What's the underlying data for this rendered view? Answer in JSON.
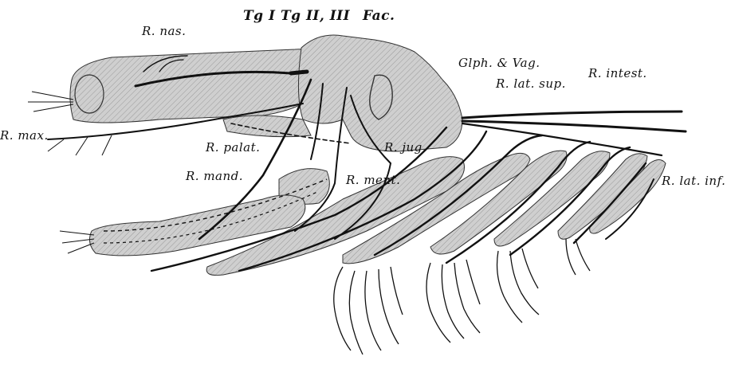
{
  "figure": {
    "labels": {
      "r_nas": "R. nas.",
      "tg1": "Tg I",
      "tg23": "Tg II, III",
      "fac": "Fac.",
      "glph_vag": "Glph. & Vag.",
      "r_lat_sup": "R. lat. sup.",
      "r_intest": "R. intest.",
      "r_max": "R. max.",
      "r_palat": "R. palat.",
      "r_jug": "R. jug.",
      "r_mand": "R. mand.",
      "r_ment": "R. ment.",
      "r_lat_inf": "R. lat. inf."
    },
    "colors": {
      "tissue_fill": "#cfcfcf",
      "nerve_stroke": "#111111",
      "background": "#ffffff"
    }
  }
}
